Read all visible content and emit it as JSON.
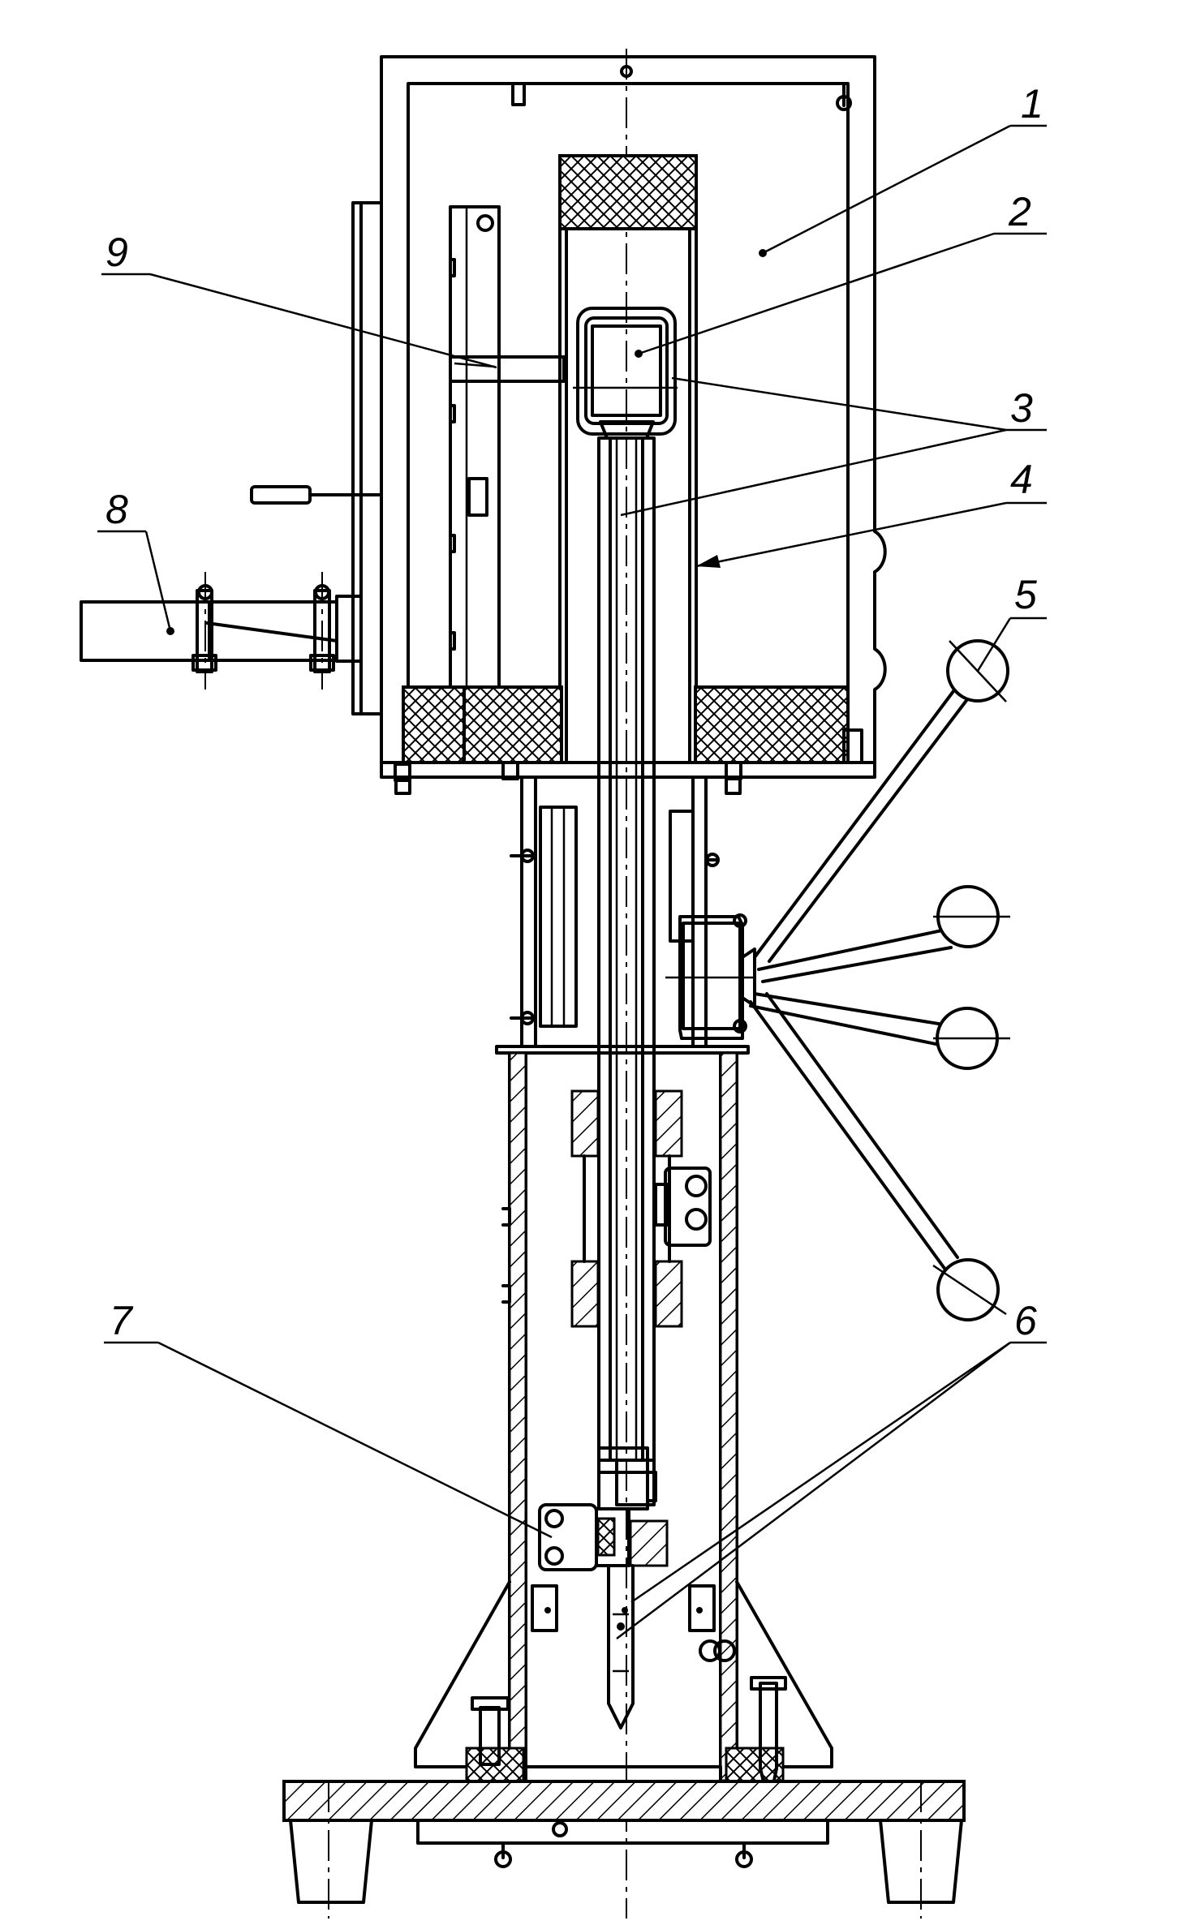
{
  "callouts": [
    {
      "id": "1",
      "label": "1"
    },
    {
      "id": "2",
      "label": "2"
    },
    {
      "id": "3",
      "label": "3"
    },
    {
      "id": "4",
      "label": "4"
    },
    {
      "id": "5",
      "label": "5"
    },
    {
      "id": "6",
      "label": "6"
    },
    {
      "id": "7",
      "label": "7"
    },
    {
      "id": "8",
      "label": "8"
    },
    {
      "id": "9",
      "label": "9"
    }
  ],
  "hatch_patterns": [
    "crosshatch-insulation",
    "diagonal-section"
  ],
  "line_color": "#000000",
  "background_color": "#ffffff"
}
